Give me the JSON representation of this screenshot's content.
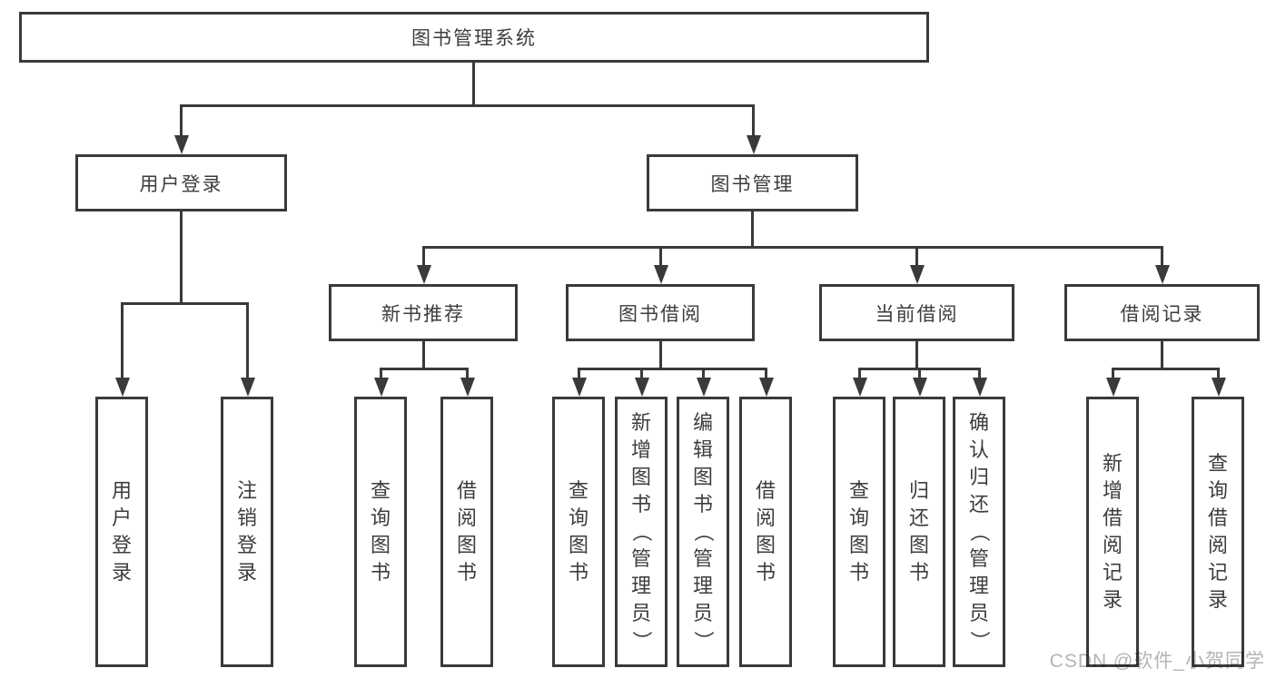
{
  "tree": {
    "root": {
      "label": "图书管理系统"
    },
    "children": [
      {
        "label": "用户登录",
        "children": [
          {
            "label": "用户登录"
          },
          {
            "label": "注销登录"
          }
        ]
      },
      {
        "label": "图书管理",
        "children": [
          {
            "label": "新书推荐",
            "children": [
              {
                "label": "查询图书"
              },
              {
                "label": "借阅图书"
              }
            ]
          },
          {
            "label": "图书借阅",
            "children": [
              {
                "label": "查询图书"
              },
              {
                "label": "新增图书（管理员）"
              },
              {
                "label": "编辑图书（管理员）"
              },
              {
                "label": "借阅图书"
              }
            ]
          },
          {
            "label": "当前借阅",
            "children": [
              {
                "label": "查询图书"
              },
              {
                "label": "归还图书"
              },
              {
                "label": "确认归还（管理员）"
              }
            ]
          },
          {
            "label": "借阅记录",
            "children": [
              {
                "label": "新增借阅记录"
              },
              {
                "label": "查询借阅记录"
              }
            ]
          }
        ]
      }
    ]
  },
  "watermark": "CSDN @软件_小贺同学",
  "colors": {
    "line": "#3a3a3a",
    "border": "#3a3a3a",
    "text": "#3d3d3d",
    "watermark": "#b4b4b4",
    "background": "#ffffff"
  }
}
